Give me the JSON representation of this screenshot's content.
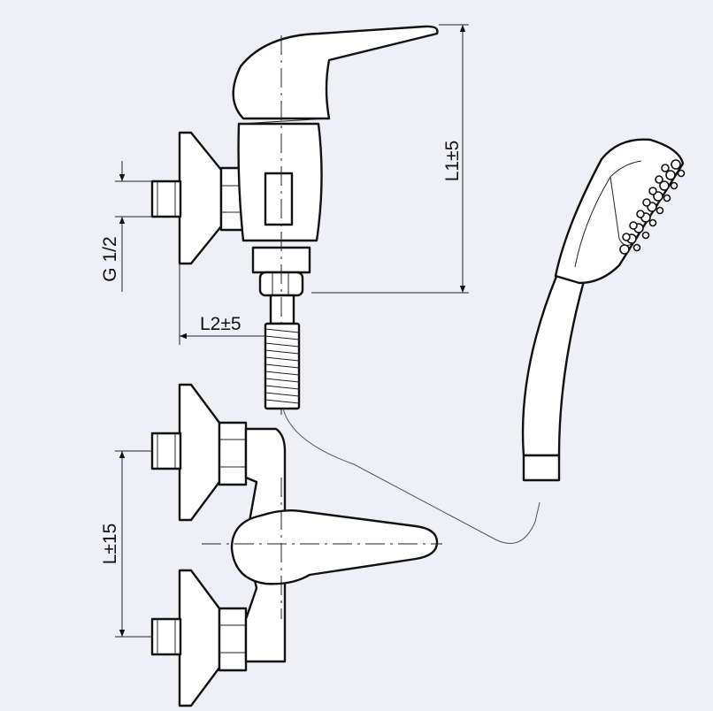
{
  "dimensions": {
    "l1": "L1±5",
    "g": "G 1/2",
    "l2": "L2±5",
    "l": "L±15"
  },
  "colors": {
    "background": "#eef0f5",
    "line": "#111111"
  }
}
